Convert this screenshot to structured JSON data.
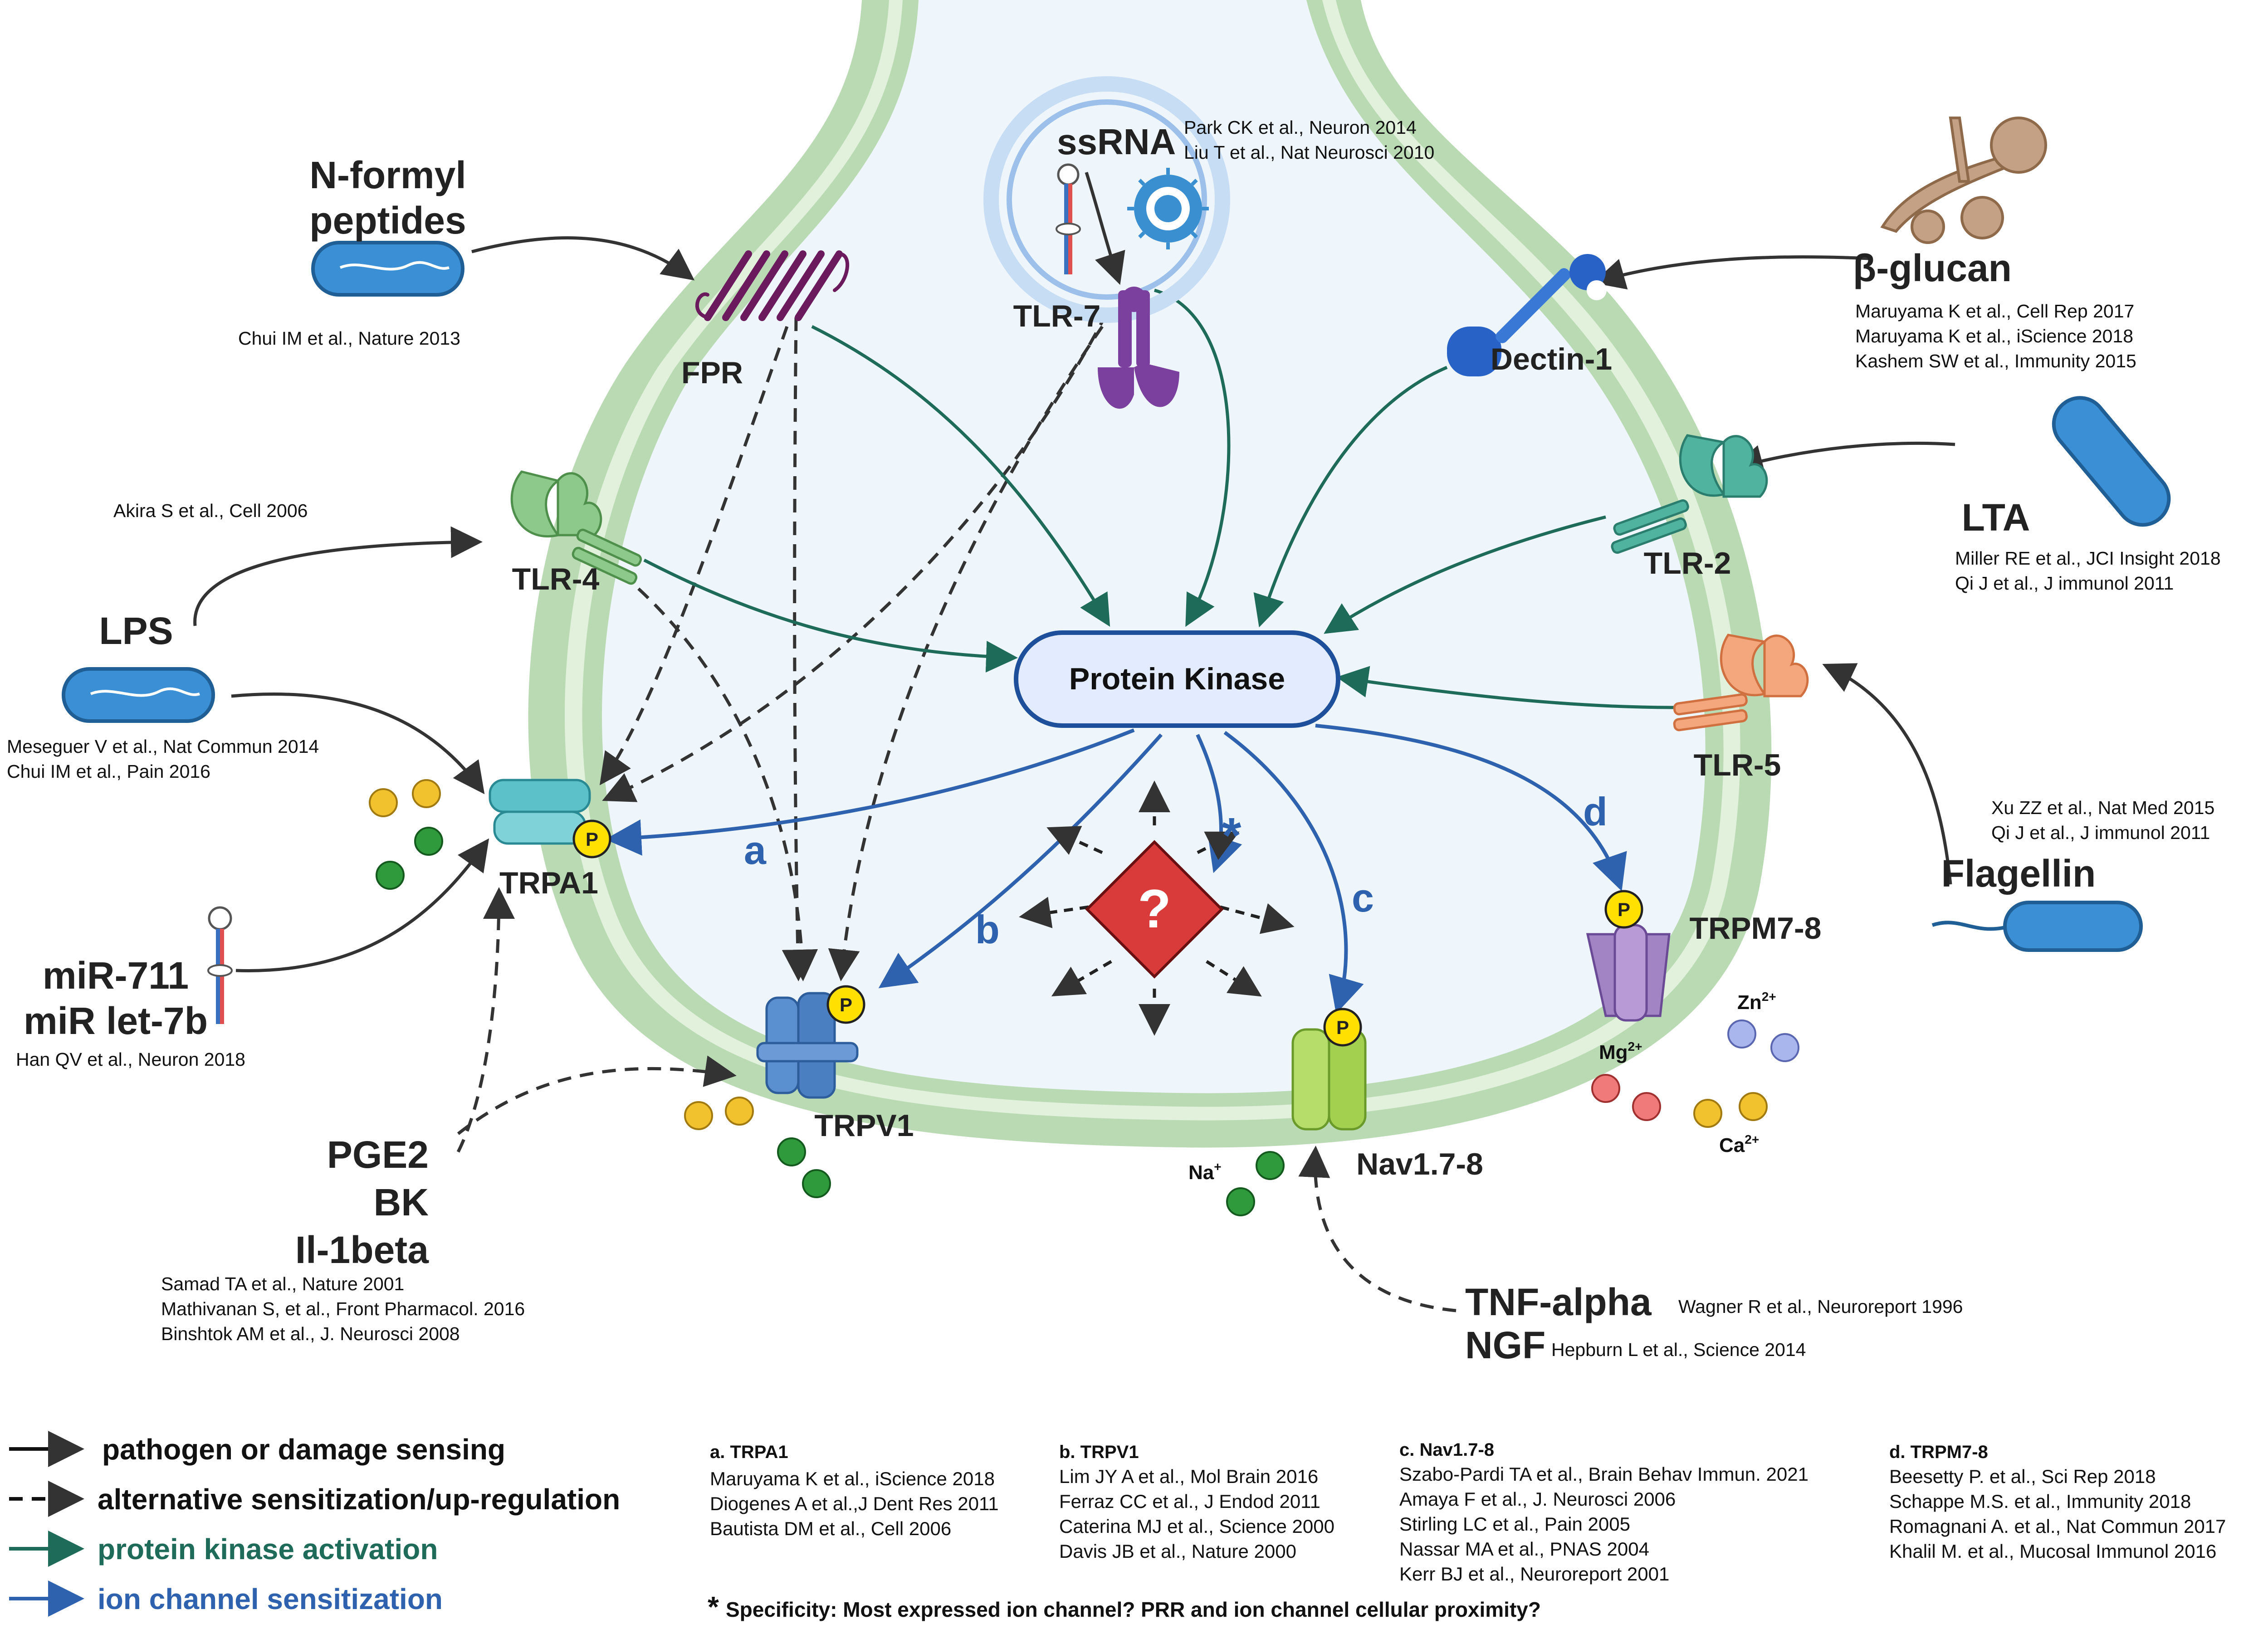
{
  "colors": {
    "membrane_outer": "#b9dab3",
    "membrane_inner": "#e2f1dc",
    "cytoplasm": "#eef6fb",
    "green_arrow": "#1d6b58",
    "blue_arrow": "#2e62ae",
    "black_arrow": "#333333",
    "phospho": "#ffe000",
    "unknown": "#d93a3a"
  },
  "title": {
    "ligand_nformyl": [
      "N-formyl",
      "peptides"
    ],
    "cite_nformyl": "Chui IM et al., Nature 2013"
  },
  "ligands": {
    "ssrna": "ssRNA",
    "ssrna_cites": [
      "Park CK et al., Neuron 2014",
      "Liu T  et al., Nat Neurosci 2010"
    ],
    "bglucan": "β-glucan",
    "bglucan_cites": [
      "Maruyama K et al., Cell Rep 2017",
      "Maruyama K et al., iScience 2018",
      "Kashem SW et al., Immunity 2015"
    ],
    "lta": "LTA",
    "lta_cites": [
      "Miller RE et al., JCI Insight 2018",
      "Qi J et al., J immunol 2011"
    ],
    "flagellin": "Flagellin",
    "flagellin_cites": [
      "Xu ZZ et al., Nat Med 2015",
      "Qi J et al., J immunol 2011"
    ],
    "lps": "LPS",
    "lps_cite_tlr4": "Akira S et al., Cell 2006",
    "lps_cites_trpa1": [
      "Meseguer V et al., Nat Commun 2014",
      "Chui IM et al., Pain 2016"
    ],
    "mirna": [
      "miR-711",
      "miR let-7b"
    ],
    "mirna_cite": "Han QV et al., Neuron 2018",
    "mediators": [
      "PGE2",
      "BK",
      "Il-1beta"
    ],
    "mediator_cites": [
      "Samad TA et al., Nature 2001",
      "Mathivanan S, et al., Front Pharmacol. 2016",
      "Binshtok AM et al.,  J. Neurosci 2008"
    ],
    "tnf": "TNF-alpha",
    "tnf_cite": "Wagner R et al., Neuroreport  1996",
    "ngf": "NGF",
    "ngf_cite": "Hepburn L et al., Science 2014"
  },
  "receptors": {
    "fpr": "FPR",
    "tlr7": "TLR-7",
    "dectin": "Dectin-1",
    "tlr4": "TLR-4",
    "tlr2": "TLR-2",
    "tlr5": "TLR-5"
  },
  "channels": {
    "trpa1": "TRPA1",
    "trpv1": "TRPV1",
    "nav": "Nav1.7-8",
    "trpm": "TRPM7-8",
    "phospho": "P"
  },
  "ions": {
    "na": "Na",
    "na_sup": "+",
    "mg": "Mg",
    "mg_sup": "2+",
    "zn": "Zn",
    "zn_sup": "2+",
    "ca": "Ca",
    "ca_sup": "2+"
  },
  "center": {
    "kinase": "Protein Kinase",
    "unknown": "?",
    "star": "*",
    "letters": [
      "a",
      "b",
      "c",
      "d"
    ]
  },
  "legend": {
    "items": [
      "pathogen or damage sensing",
      "alternative sensitization/up-regulation",
      "protein kinase activation",
      "ion channel sensitization"
    ]
  },
  "references": {
    "a_head": "a. TRPA1",
    "a": [
      "Maruyama K et al., iScience 2018",
      "Diogenes A et al.,J Dent Res 2011",
      "Bautista DM et al., Cell 2006"
    ],
    "b_head": "b. TRPV1",
    "b": [
      "Lim JY  A et al., Mol Brain 2016",
      "Ferraz CC et al., J Endod 2011",
      "Caterina MJ et al., Science 2000",
      "Davis JB et al., Nature 2000"
    ],
    "c_head": "c. Nav1.7-8",
    "c": [
      "Szabo-Pardi TA et al., Brain Behav Immun. 2021",
      "Amaya F et al., J. Neurosci 2006",
      "Stirling LC et al., Pain 2005",
      "Nassar MA et al., PNAS 2004",
      "Kerr BJ et al., Neuroreport 2001"
    ],
    "d_head": "d. TRPM7-8",
    "d": [
      "Beesetty P. et al., Sci Rep 2018",
      "Schappe M.S. et al., Immunity 2018",
      "Romagnani A. et al., Nat Commun 2017",
      "Khalil M. et al., Mucosal Immunol 2016"
    ],
    "footnote_star": "*",
    "footnote": "Specificity: Most expressed ion channel? PRR and ion channel cellular proximity?"
  }
}
